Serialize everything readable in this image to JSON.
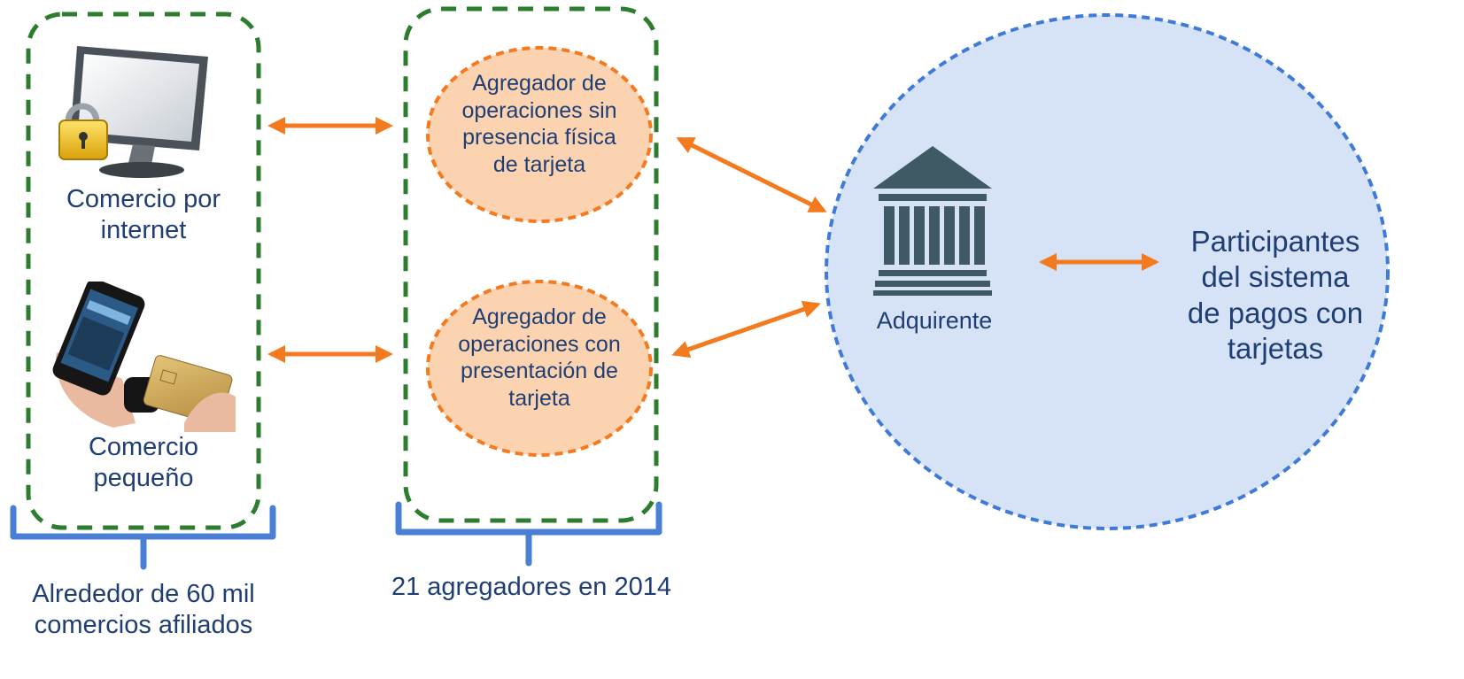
{
  "colors": {
    "group_border": "#2e7d2e",
    "bracket": "#4a7fd6",
    "arrow": "#f47a20",
    "node_fill": "#fbd3b1",
    "node_border": "#f47a20",
    "acquirer_fill": "#d6e3f7",
    "acquirer_border": "#3f7ad8",
    "bank_icon": "#3f5a64",
    "text": "#1f3e73"
  },
  "merchants": {
    "internet": {
      "label": "Comercio por\ninternet",
      "icon": "monitor-lock-icon"
    },
    "small": {
      "label": "Comercio\npequeño",
      "icon": "mobile-card-reader-icon"
    },
    "caption": "Alrededor de 60 mil\ncomercios afiliados"
  },
  "aggregators": {
    "card_not_present": {
      "label": "Agregador de\noperaciones sin\npresencia física\nde tarjeta"
    },
    "card_present": {
      "label": "Agregador de\noperaciones con\npresentación de\ntarjeta"
    },
    "caption": "21 agregadores en 2014"
  },
  "acquirer": {
    "label": "Adquirente",
    "icon": "bank-building-icon",
    "participants": "Participantes\ndel sistema\nde pagos con\ntarjetas"
  }
}
